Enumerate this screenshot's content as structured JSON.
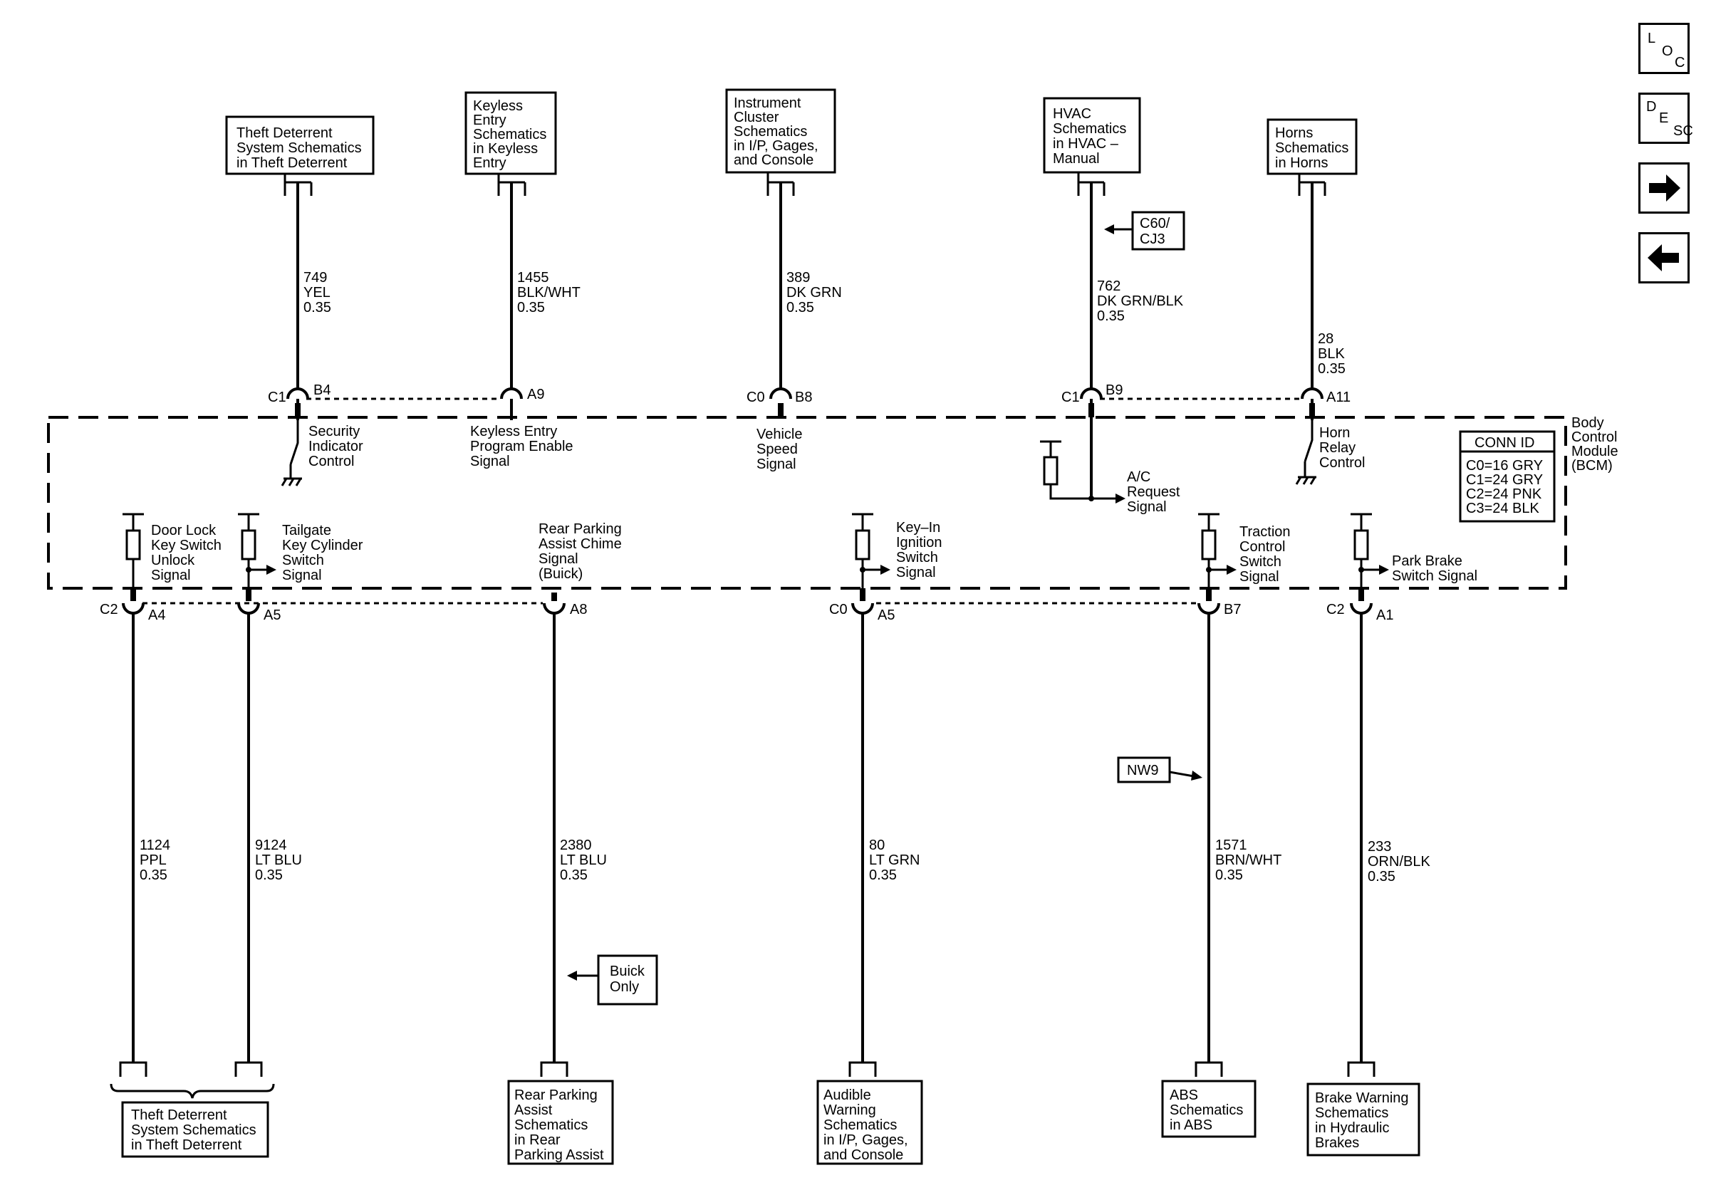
{
  "nav": {
    "loc": [
      "L",
      "O",
      "C"
    ],
    "desc": [
      "D",
      "E",
      "S",
      "C"
    ]
  },
  "module": {
    "name": [
      "Body",
      "Control",
      "Module",
      "(BCM)"
    ],
    "conn_id_title": "CONN ID",
    "conn_ids": [
      "C0=16 GRY",
      "C1=24 GRY",
      "C2=24 PNK",
      "C3=24 BLK"
    ]
  },
  "top_circuits": [
    {
      "ref_box": [
        "Theft Deterrent",
        "System Schematics",
        "in Theft Deterrent"
      ],
      "wire": [
        "749",
        "YEL",
        "0.35"
      ],
      "connector": "C1",
      "pin": "B4",
      "function": [
        "Security",
        "Indicator",
        "Control"
      ]
    },
    {
      "ref_box": [
        "Keyless",
        "Entry",
        "Schematics",
        "in Keyless",
        "Entry"
      ],
      "wire": [
        "1455",
        "BLK/WHT",
        "0.35"
      ],
      "connector": "",
      "pin": "A9",
      "function": [
        "Keyless Entry",
        "Program Enable",
        "Signal"
      ]
    },
    {
      "ref_box": [
        "Instrument",
        "Cluster",
        "Schematics",
        "in I/P, Gages,",
        "and Console"
      ],
      "wire": [
        "389",
        "DK GRN",
        "0.35"
      ],
      "connector": "C0",
      "pin": "B8",
      "function": [
        "Vehicle",
        "Speed",
        "Signal"
      ]
    },
    {
      "ref_box": [
        "HVAC",
        "Schematics",
        "in HVAC –",
        "Manual"
      ],
      "wire": [
        "762",
        "DK GRN/BLK",
        "0.35"
      ],
      "connector": "C1",
      "pin": "B9",
      "function": [
        "A/C",
        "Request",
        "Signal"
      ],
      "option": [
        "C60/",
        "CJ3"
      ]
    },
    {
      "ref_box": [
        "Horns",
        "Schematics",
        "in Horns"
      ],
      "wire": [
        "28",
        "BLK",
        "0.35"
      ],
      "connector": "",
      "pin": "A11",
      "function": [
        "Horn",
        "Relay",
        "Control"
      ]
    }
  ],
  "bottom_circuits": [
    {
      "function": [
        "Door Lock",
        "Key Switch",
        "Unlock",
        "Signal"
      ],
      "connector": "C2",
      "pin": "A4",
      "wire": [
        "1124",
        "PPL",
        "0.35"
      ]
    },
    {
      "function": [
        "Tailgate",
        "Key Cylinder",
        "Switch",
        "Signal"
      ],
      "connector": "",
      "pin": "A5",
      "wire": [
        "9124",
        "LT BLU",
        "0.35"
      ]
    },
    {
      "function": [
        "Rear Parking",
        "Assist  Chime",
        "Signal",
        "(Buick)"
      ],
      "connector": "",
      "pin": "A8",
      "wire": [
        "2380",
        "LT BLU",
        "0.35"
      ],
      "option": [
        "Buick",
        "Only"
      ],
      "ref_box": [
        "Rear Parking",
        "Assist",
        "Schematics",
        "in Rear",
        "Parking Assist"
      ]
    },
    {
      "function": [
        "Key–In",
        "Ignition",
        "Switch",
        "Signal"
      ],
      "connector": "C0",
      "pin": "A5",
      "wire": [
        "80",
        "LT GRN",
        "0.35"
      ],
      "ref_box": [
        "Audible",
        "Warning",
        "Schematics",
        "in I/P, Gages,",
        "and Console"
      ]
    },
    {
      "function": [
        "Traction",
        "Control",
        "Switch",
        "Signal"
      ],
      "connector": "",
      "pin": "B7",
      "wire": [
        "1571",
        "BRN/WHT",
        "0.35"
      ],
      "option": [
        "NW9"
      ],
      "ref_box": [
        "ABS",
        "Schematics",
        "in ABS"
      ]
    },
    {
      "function": [
        "Park Brake",
        "Switch Signal"
      ],
      "connector": "C2",
      "pin": "A1",
      "wire": [
        "233",
        "ORN/BLK",
        "0.35"
      ],
      "ref_box": [
        "Brake Warning",
        "Schematics",
        "in Hydraulic",
        "Brakes"
      ]
    }
  ],
  "shared_ref_box": [
    "Theft Deterrent",
    "System Schematics",
    "in Theft Deterrent"
  ]
}
